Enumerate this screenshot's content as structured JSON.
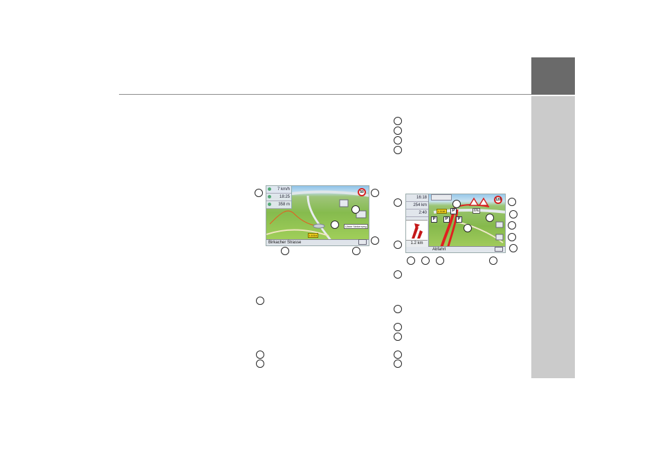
{
  "screen_left": {
    "speed": "7 km/h",
    "time": "18:25",
    "distance": "358 m",
    "street": "Birkacher Strasse",
    "speed_limit": "50",
    "road_number": "L1016",
    "poi_label": "Ulmer Nebenweg"
  },
  "screen_right": {
    "arrival_time": "16:18",
    "remaining_distance": "254 km",
    "remaining_time": "2:40",
    "turn_distance": "1.2 km",
    "street": "Abfahrt",
    "speed_limit": "120",
    "road_number": "L1116",
    "gradient": "6%"
  },
  "colors": {
    "rule": "#8a8a8a",
    "tab_dark": "#6a6a6a",
    "tab_light": "#cbcbcb",
    "route": "#e02020"
  }
}
